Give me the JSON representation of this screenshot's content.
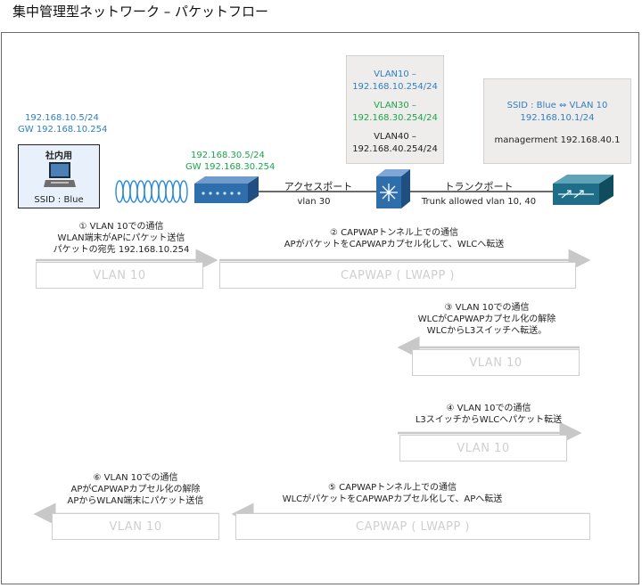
{
  "title": "集中管理型ネットワーク – パケットフロー",
  "client": {
    "ip": "192.168.10.5/24",
    "gw": "GW 192.168.10.254",
    "box_title": "社内用",
    "ssid": "SSID : Blue"
  },
  "ap": {
    "ip": "192.168.30.5/24",
    "gw": "GW 192.168.30.254"
  },
  "l3switch": {
    "vlan10_name": "VLAN10 –",
    "vlan10_ip": "192.168.10.254/24",
    "vlan30_name": "VLAN30 –",
    "vlan30_ip": "192.168.30.254/24",
    "vlan40_name": "VLAN40 –",
    "vlan40_ip": "192.168.40.254/24"
  },
  "wlc": {
    "ssid_map": "SSID : Blue ⇔ VLAN 10",
    "ip": "192.168.10.1/24",
    "mgmt": "managerment 192.168.40.1"
  },
  "links": {
    "access_title": "アクセスポート",
    "access_vlan": "vlan 30",
    "trunk_title": "トランクポート",
    "trunk_vlans": "Trunk allowed vlan 10, 40"
  },
  "steps": [
    {
      "line1": "①  VLAN 10での通信",
      "line2": "WLAN端末がAPにパケット送信",
      "line3": "パケットの宛先 192.168.10.254"
    },
    {
      "line1": "②  CAPWAPトンネル上での通信",
      "line2": "APがパケットをCAPWAPカプセル化して、WLCへ転送"
    },
    {
      "line1": "③  VLAN 10での通信",
      "line2": "WLCがCAPWAPカプセル化の解除",
      "line3": "WLCからL3スイッチへ転送。"
    },
    {
      "line1": "④  VLAN 10での通信",
      "line2": "L3スイッチからWLCへパケット転送"
    },
    {
      "line1": "⑤  CAPWAPトンネル上での通信",
      "line2": "WLCがパケットをCAPWAPカプセル化して、APへ転送"
    },
    {
      "line1": "⑥  VLAN 10での通信",
      "line2": "APがCAPWAPカプセル化の解除",
      "line3": "APからWLAN端末にパケット送信"
    }
  ],
  "flows": {
    "f1": "VLAN 10",
    "f2": "CAPWAP ( LWAPP )",
    "f3": "VLAN 10",
    "f4": "VLAN 10",
    "f5": "CAPWAP ( LWAPP )",
    "f6": "VLAN 10"
  },
  "colors": {
    "vlan10": "#2f7fc2",
    "vlan30": "#1aa54a",
    "device_blue": "#2e6fab",
    "wlc_teal": "#1d6e86",
    "arrow_gray": "#c8c8c8"
  }
}
